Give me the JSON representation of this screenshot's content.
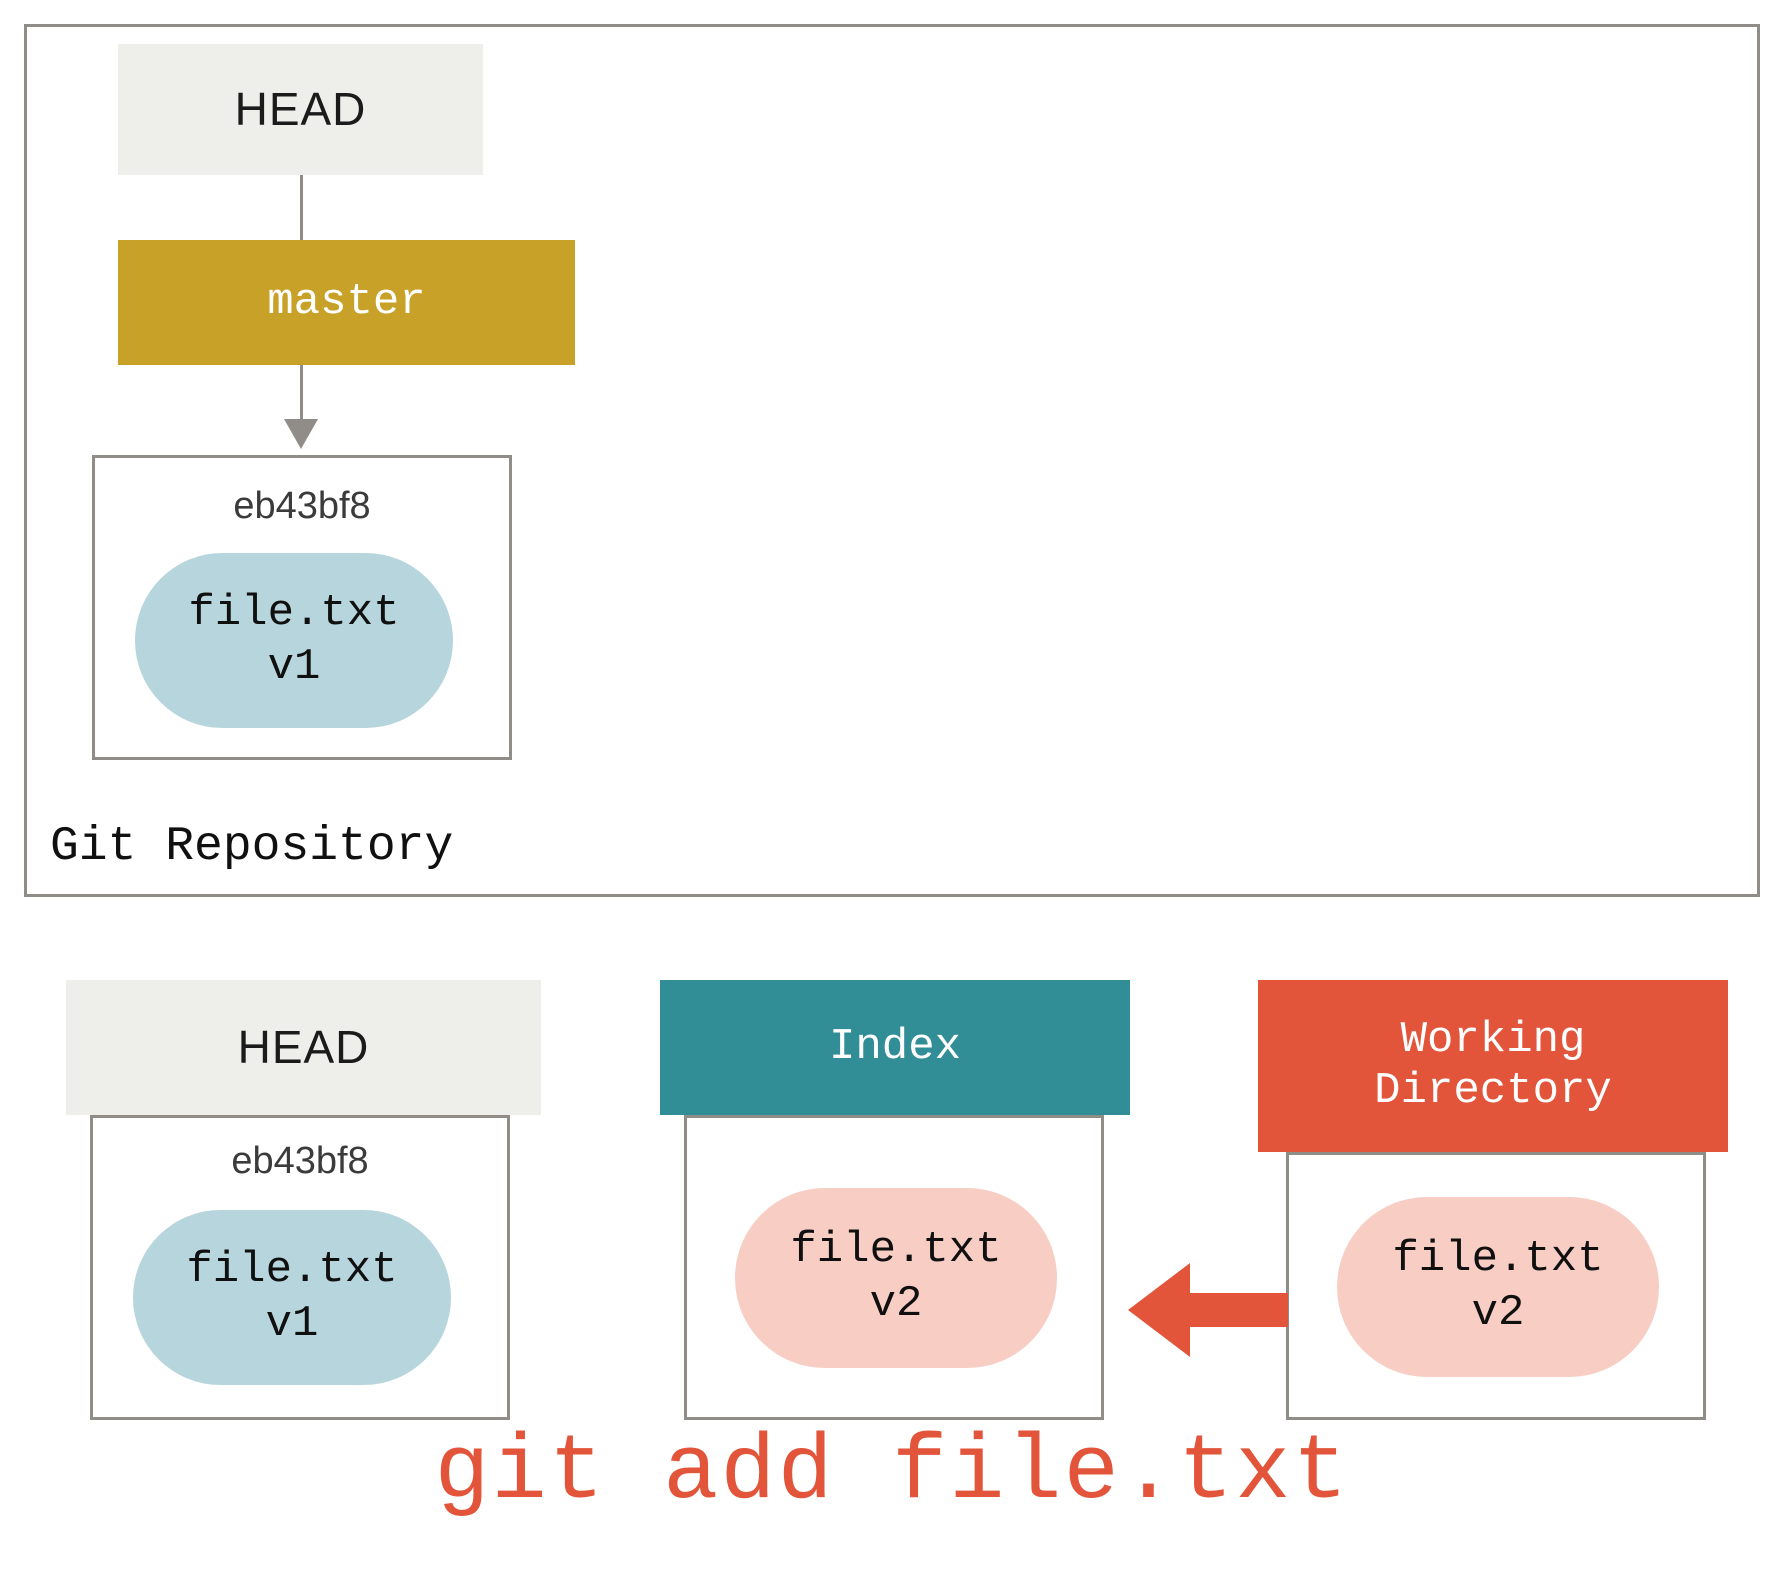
{
  "diagram": {
    "title": "git add file.txt",
    "caption": "git add file.txt",
    "colors": {
      "head": "#eeeeea",
      "master": "#c8a128",
      "index": "#318e96",
      "working_directory": "#e2553a",
      "blob_committed": "#b7d5dc",
      "blob_modified": "#f7cdc4",
      "border": "#908d88",
      "accent_red": "#e2553a"
    },
    "repository": {
      "label": "Git Repository",
      "head_label": "HEAD",
      "branch_label": "master",
      "commit": {
        "hash": "eb43bf8",
        "blob_name": "file.txt",
        "blob_version": "v1"
      }
    },
    "stages": {
      "head": {
        "label": "HEAD",
        "commit_hash": "eb43bf8",
        "blob_name": "file.txt",
        "blob_version": "v1"
      },
      "index": {
        "label": "Index",
        "blob_name": "file.txt",
        "blob_version": "v2"
      },
      "working_directory": {
        "label_line1": "Working",
        "label_line2": "Directory",
        "blob_name": "file.txt",
        "blob_version": "v2"
      }
    },
    "arrows": {
      "head_to_master": "head-points-to-master",
      "master_to_commit": "master-points-to-commit",
      "workdir_to_index": "working-directory-to-index"
    }
  }
}
